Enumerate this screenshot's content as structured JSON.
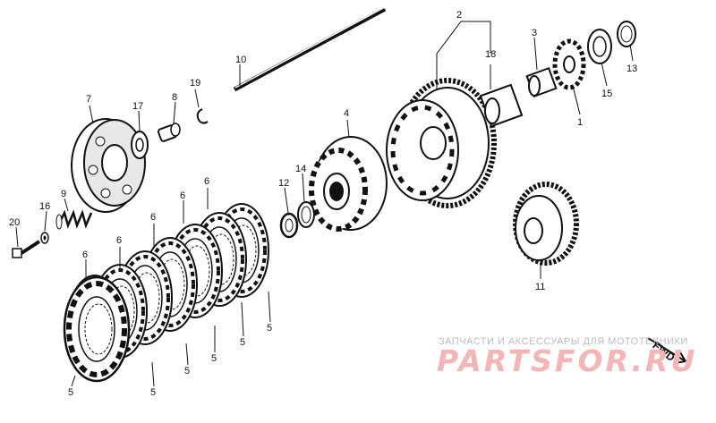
{
  "callouts": {
    "c2": "2",
    "c3": "3",
    "c18": "18",
    "c10": "10",
    "c13": "13",
    "c15": "15",
    "c1": "1",
    "c7": "7",
    "c17": "17",
    "c8": "8",
    "c19": "19",
    "c4": "4",
    "c14": "14",
    "c12": "12",
    "c9": "9",
    "c16": "16",
    "c20": "20",
    "c11": "11",
    "c6a": "6",
    "c6b": "6",
    "c6c": "6",
    "c6d": "6",
    "c6e": "6",
    "c5a": "5",
    "c5b": "5",
    "c5c": "5",
    "c5d": "5",
    "c5e": "5",
    "c5f": "5"
  },
  "direction_label": "FWD",
  "watermark": {
    "caption": "ЗАПЧАСТИ И АКСЕССУАРЫ ДЛЯ МОТОТЕХНИКИ",
    "brand": "PARTSFOR.RU"
  }
}
